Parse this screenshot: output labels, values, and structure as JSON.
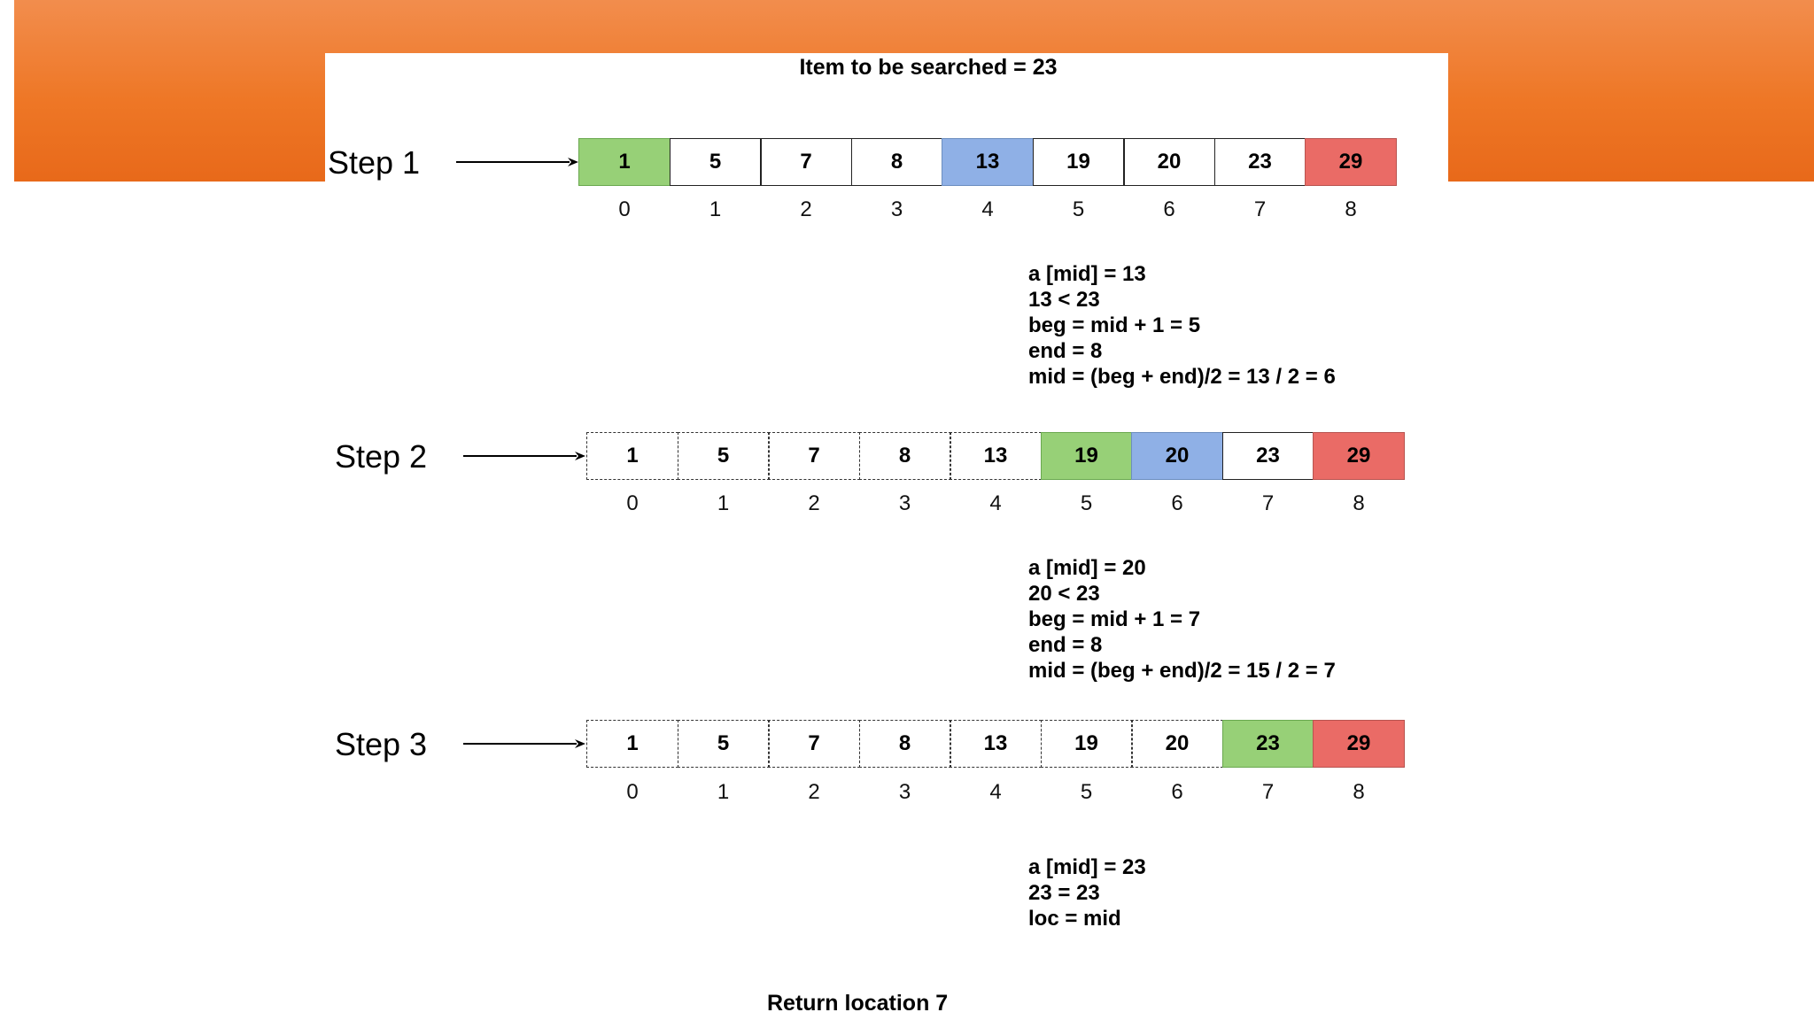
{
  "header": {
    "title": "Item to be searched = 23"
  },
  "steps": [
    {
      "label": "Step 1",
      "cells": [
        {
          "value": "1",
          "style": "green"
        },
        {
          "value": "5",
          "style": "solid"
        },
        {
          "value": "7",
          "style": "solid"
        },
        {
          "value": "8",
          "style": "solid"
        },
        {
          "value": "13",
          "style": "blue"
        },
        {
          "value": "19",
          "style": "solid"
        },
        {
          "value": "20",
          "style": "solid"
        },
        {
          "value": "23",
          "style": "solid"
        },
        {
          "value": "29",
          "style": "red"
        }
      ],
      "indices": [
        "0",
        "1",
        "2",
        "3",
        "4",
        "5",
        "6",
        "7",
        "8"
      ],
      "notes": [
        "a [mid] = 13",
        "13 < 23",
        "beg = mid + 1 = 5",
        "end = 8",
        "mid = (beg + end)/2 = 13 / 2 = 6"
      ]
    },
    {
      "label": "Step 2",
      "cells": [
        {
          "value": "1",
          "style": "dashed"
        },
        {
          "value": "5",
          "style": "dashed"
        },
        {
          "value": "7",
          "style": "dashed"
        },
        {
          "value": "8",
          "style": "dashed"
        },
        {
          "value": "13",
          "style": "dashed"
        },
        {
          "value": "19",
          "style": "green"
        },
        {
          "value": "20",
          "style": "blue"
        },
        {
          "value": "23",
          "style": "solid"
        },
        {
          "value": "29",
          "style": "red"
        }
      ],
      "indices": [
        "0",
        "1",
        "2",
        "3",
        "4",
        "5",
        "6",
        "7",
        "8"
      ],
      "notes": [
        "a [mid] = 20",
        "20 < 23",
        "beg = mid + 1 = 7",
        "end = 8",
        "mid = (beg + end)/2 = 15 / 2 = 7"
      ]
    },
    {
      "label": "Step 3",
      "cells": [
        {
          "value": "1",
          "style": "dashed"
        },
        {
          "value": "5",
          "style": "dashed"
        },
        {
          "value": "7",
          "style": "dashed"
        },
        {
          "value": "8",
          "style": "dashed"
        },
        {
          "value": "13",
          "style": "dashed"
        },
        {
          "value": "19",
          "style": "dashed"
        },
        {
          "value": "20",
          "style": "dashed"
        },
        {
          "value": "23",
          "style": "green"
        },
        {
          "value": "29",
          "style": "red"
        }
      ],
      "indices": [
        "0",
        "1",
        "2",
        "3",
        "4",
        "5",
        "6",
        "7",
        "8"
      ],
      "notes": [
        "a [mid] = 23",
        "23 = 23",
        "loc = mid"
      ]
    }
  ],
  "footer": {
    "result": "Return location 7"
  },
  "colors": {
    "banner": "#ee7726",
    "green": "#97d077",
    "blue": "#8fb0e6",
    "red": "#ea6b66"
  }
}
